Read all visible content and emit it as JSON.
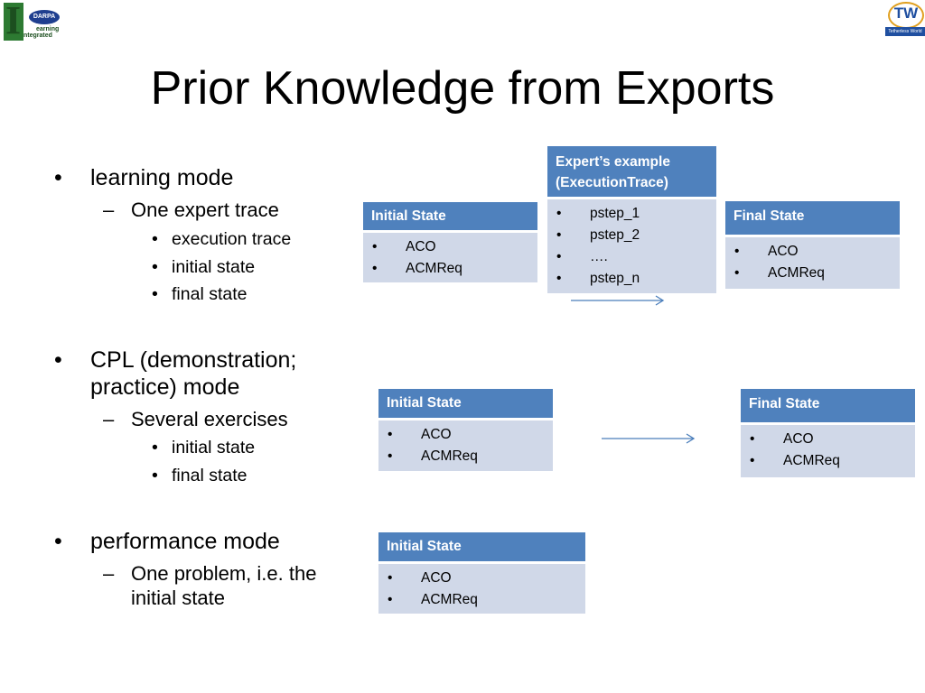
{
  "logos": {
    "left": {
      "badge": "DARPA",
      "mark": "I",
      "line1": "earning",
      "line2": "ntegrated"
    },
    "right": {
      "mark": "TW",
      "caption": "Tetherless World"
    }
  },
  "title": "Prior Knowledge from Exports",
  "outline": {
    "bullet": "•",
    "dash": "–",
    "learning_mode": "learning mode",
    "one_expert_trace": "One expert trace",
    "execution_trace": "execution trace",
    "initial_state_1": "initial state",
    "final_state_1": "final state",
    "cpl_line1": "CPL  (demonstration;",
    "cpl_line2": "practice) mode",
    "several_exercises": "Several exercises",
    "initial_state_2": "initial state",
    "final_state_2": "final state",
    "performance_mode": "performance mode",
    "one_problem_line1": "One problem, i.e. the",
    "one_problem_line2": "initial state"
  },
  "boxes": {
    "bullet": "•",
    "expert": {
      "title_line1": "Expert’s example",
      "title_line2": "(ExecutionTrace)",
      "items": [
        "pstep_1",
        "pstep_2",
        "….",
        "pstep_n"
      ]
    },
    "row1_initial": {
      "title": "Initial State",
      "items": [
        "ACO",
        "ACMReq"
      ]
    },
    "row1_final": {
      "title": "Final State",
      "items": [
        "ACO",
        "ACMReq"
      ]
    },
    "row2_initial": {
      "title": "Initial State",
      "items": [
        "ACO",
        "ACMReq"
      ]
    },
    "row2_final": {
      "title": "Final State",
      "items": [
        "ACO",
        "ACMReq"
      ]
    },
    "row3_initial": {
      "title": "Initial State",
      "items": [
        "ACO",
        "ACMReq"
      ]
    }
  },
  "colors": {
    "header_blue": "#4f81bd",
    "body_blue": "#d0d8e8",
    "arrow": "#4a7ebb"
  }
}
